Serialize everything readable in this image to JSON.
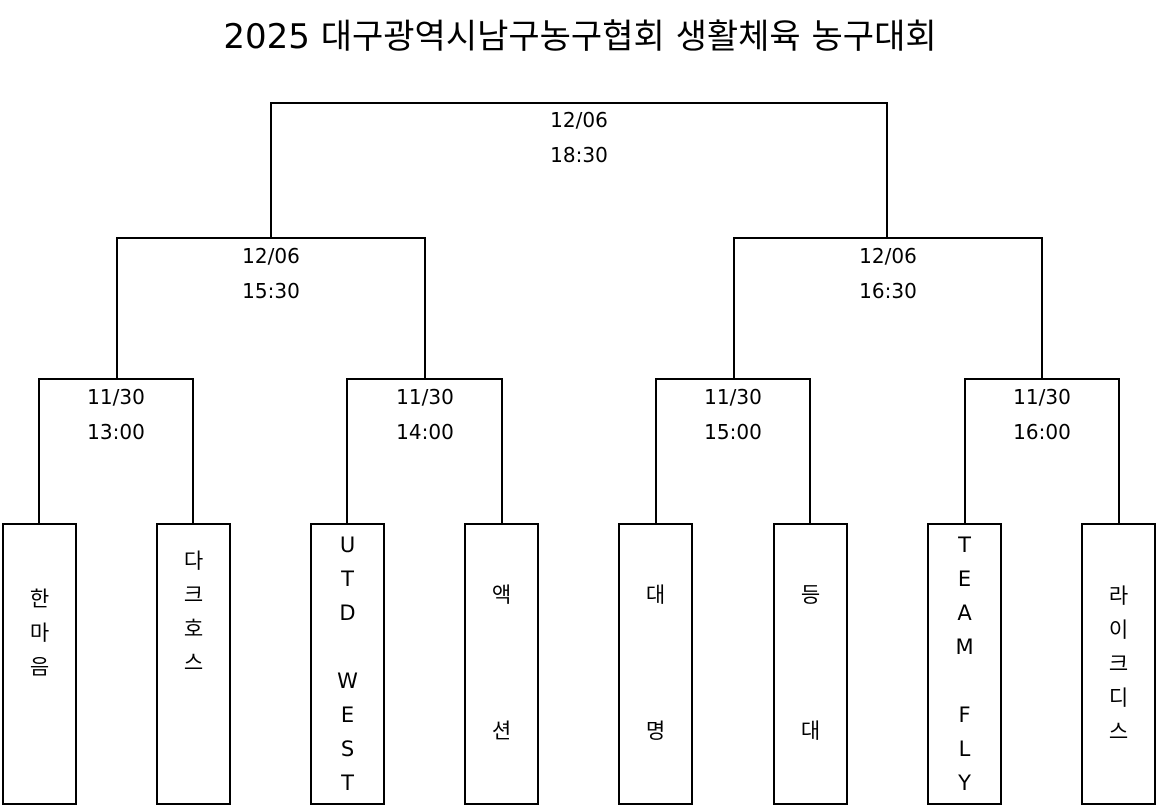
{
  "title": "2025 대구광역시남구농구협회 생활체육 농구대회",
  "matches": {
    "final": {
      "date": "12/06",
      "time": "18:30"
    },
    "semi_left": {
      "date": "12/06",
      "time": "15:30"
    },
    "semi_right": {
      "date": "12/06",
      "time": "16:30"
    },
    "qf1": {
      "date": "11/30",
      "time": "13:00"
    },
    "qf2": {
      "date": "11/30",
      "time": "14:00"
    },
    "qf3": {
      "date": "11/30",
      "time": "15:00"
    },
    "qf4": {
      "date": "11/30",
      "time": "16:00"
    }
  },
  "teams": [
    {
      "name": "한\n마\n음"
    },
    {
      "name": "다\n크\n호\n스"
    },
    {
      "name": "U\nT\nD\n\nW\nE\nS\nT"
    },
    {
      "name": "액\n\n\n\n션"
    },
    {
      "name": "대\n\n\n\n명"
    },
    {
      "name": "등\n\n\n\n대"
    },
    {
      "name": "T\nE\nA\nM\n\nF\nL\nY"
    },
    {
      "name": "라\n이\n크\n디\n스"
    }
  ]
}
